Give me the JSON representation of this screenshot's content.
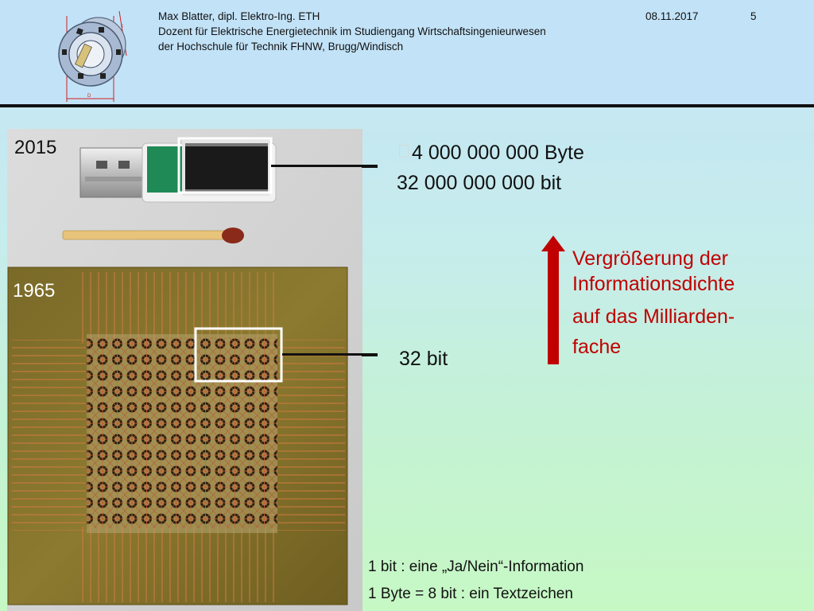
{
  "header": {
    "line1": "Max Blatter, dipl. Elektro-Ing. ETH",
    "line2": "Dozent für Elektrische Energietechnik im Studiengang Wirtschaftsingenieurwesen",
    "line3": "der Hochschule für Technik FHNW, Brugg/Windisch",
    "date": "08.11.2017",
    "page": "5",
    "logo_icon": "motor-cross-section-logo"
  },
  "photo": {
    "year_top": "2015",
    "year_bottom": "1965",
    "items": [
      "usb-stick",
      "matchstick",
      "core-memory-board"
    ]
  },
  "labels": {
    "bytes": "4 000 000 000 Byte",
    "bits_2015": "32 000 000 000 bit",
    "bits_1965": "32 bit"
  },
  "increase": {
    "line1": "Vergrößerung der",
    "line2": "Informationsdichte",
    "line3": "auf das Milliarden-",
    "line4": "fache",
    "color": "#c00000"
  },
  "notes": {
    "bit": "1 bit : eine „Ja/Nein“-Information",
    "byte": "1 Byte = 8 bit : ein Textzeichen"
  }
}
